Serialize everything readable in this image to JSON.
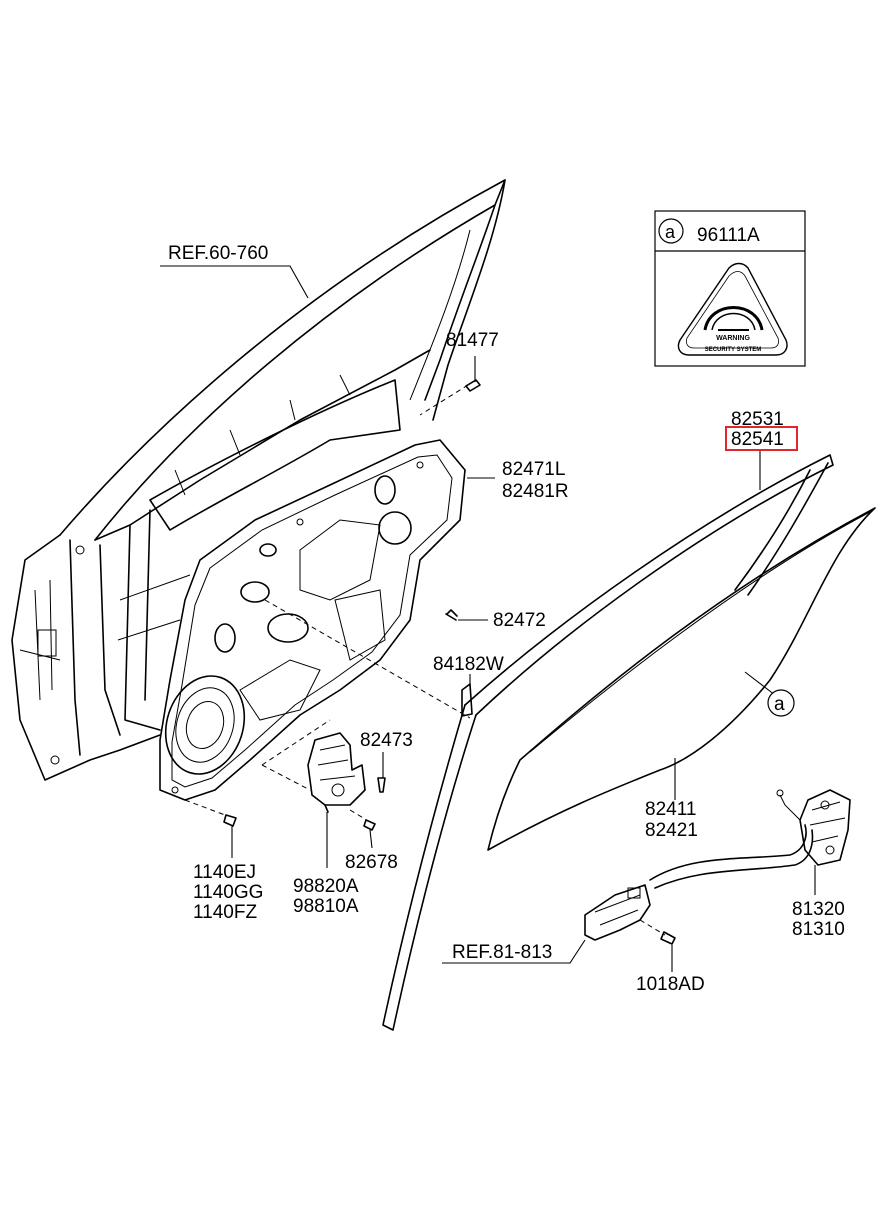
{
  "diagram": {
    "labels": {
      "ref_60_760": "REF.60-760",
      "p81477": "81477",
      "p82471l": "82471L",
      "p82481r": "82481R",
      "p82472": "82472",
      "p84182w": "84182W",
      "p82473": "82473",
      "p82678": "82678",
      "p1140ej": "1140EJ",
      "p1140gg": "1140GG",
      "p1140fz": "1140FZ",
      "p98820a": "98820A",
      "p98810a": "98810A",
      "p82531": "82531",
      "p82541": "82541",
      "p82411": "82411",
      "p82421": "82421",
      "p81320": "81320",
      "p81310": "81310",
      "ref_81_813": "REF.81-813",
      "p1018ad": "1018AD",
      "callout_a": "a"
    },
    "inset": {
      "callout": "a",
      "part_number": "96111A",
      "sticker_title": "WARNING",
      "sticker_sub": "SECURITY SYSTEM"
    },
    "colors": {
      "line": "#000000",
      "highlight": "#e3262b",
      "background": "#ffffff"
    },
    "highlighted_part": "82541"
  }
}
